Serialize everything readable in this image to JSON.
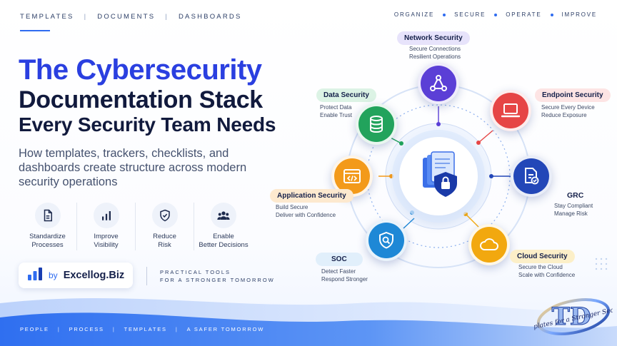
{
  "nav": {
    "left": [
      "TEMPLATES",
      "DOCUMENTS",
      "DASHBOARDS"
    ],
    "right": [
      "ORGANIZE",
      "SECURE",
      "OPERATE",
      "IMPROVE"
    ]
  },
  "headline": {
    "line1": "The Cybersecurity",
    "line2": "Documentation Stack",
    "line3": "Every Security Team Needs"
  },
  "subtitle": "How templates, trackers, checklists, and dashboards create structure across modern security operations",
  "benefits": [
    {
      "label": "Standardize\nProcesses",
      "icon": "document-icon"
    },
    {
      "label": "Improve\nVisibility",
      "icon": "bar-chart-icon"
    },
    {
      "label": "Reduce\nRisk",
      "icon": "shield-check-icon"
    },
    {
      "label": "Enable\nBetter Decisions",
      "icon": "team-icon"
    }
  ],
  "brand": {
    "by": "by",
    "name": "Excellog.Biz"
  },
  "tagline": "PRACTICAL TOOLS\nFOR A STRONGER TOMORROW",
  "footer": [
    "PEOPLE",
    "PROCESS",
    "TEMPLATES",
    "A SAFER TOMORROW"
  ],
  "nodes": {
    "network": {
      "title": "Network Security",
      "desc": "Secure Connections\nResilient Operations",
      "color": "#5b3fd6"
    },
    "endpoint": {
      "title": "Endpoint Security",
      "desc": "Secure Every Device\nReduce Exposure",
      "color": "#e64545"
    },
    "grc": {
      "title": "GRC",
      "desc": "Stay Compliant\nManage Risk",
      "color": "#2347b8"
    },
    "cloud": {
      "title": "Cloud Security",
      "desc": "Secure the Cloud\nScale with Confidence",
      "color": "#f2a80f"
    },
    "soc": {
      "title": "SOC",
      "desc": "Detect Faster\nRespond Stronger",
      "color": "#1e88d6"
    },
    "appsec": {
      "title": "Application Security",
      "desc": "Build Secure\nDeliver with Confidence",
      "color": "#f39a1a"
    },
    "data": {
      "title": "Data Security",
      "desc": "Protect Data\nEnable Trust",
      "color": "#22a35c"
    }
  },
  "stamp": {
    "text": "Templates for a Stronger Security"
  }
}
